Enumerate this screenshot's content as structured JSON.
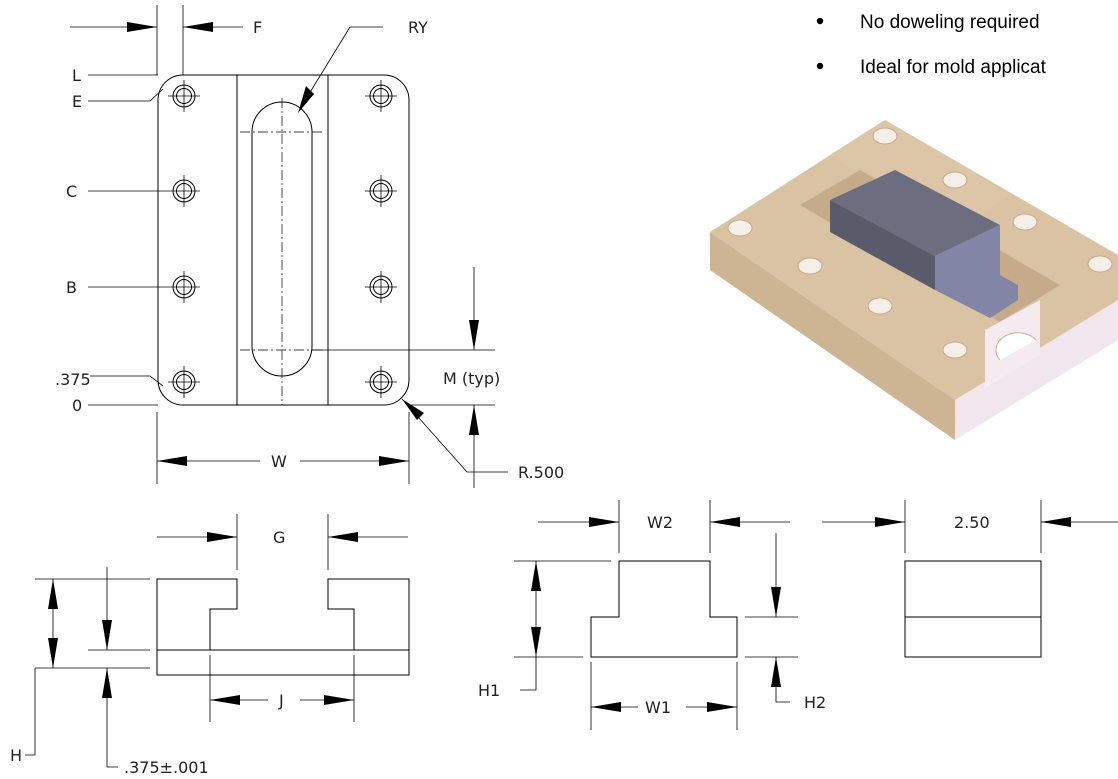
{
  "bullets": [
    "No doweling required",
    "Ideal for mold applicat"
  ],
  "labels": {
    "F": "F",
    "RY": "RY",
    "L": "L",
    "E": "E",
    "C": "C",
    "B": "B",
    "d375": ".375",
    "O": "0",
    "M": "M (typ)",
    "W": "W",
    "R500": "R.500",
    "G": "G",
    "H": "H",
    "J": "J",
    "tol": ".375±.001",
    "W2": "W2",
    "H1": "H1",
    "W1": "W1",
    "H2": "H2",
    "len": "2.50"
  },
  "colors": {
    "body": "#d8c2a2",
    "body_light": "#ebdccb",
    "body_pink": "#f3e8ee",
    "block_top": "#6d6f80",
    "block_side": "#8487a8",
    "hole": "#f6efe7"
  }
}
